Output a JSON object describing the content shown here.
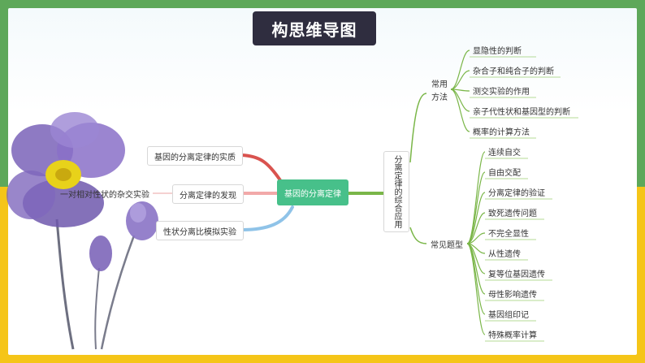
{
  "title": "构思维导图",
  "root": "基因的分离定律",
  "left_branches": [
    "基因的分离定律的实质",
    "分离定律的发现",
    "性状分离比模拟实验"
  ],
  "left_sub": "一对相对性状的杂交实验",
  "right_main": "分离定律的综合应用",
  "right_groups": [
    {
      "label": "常用方法",
      "items": [
        "显隐性的判断",
        "杂合子和纯合子的判断",
        "测交实验的作用",
        "亲子代性状和基因型的判断",
        "概率的计算方法"
      ]
    },
    {
      "label": "常见题型",
      "items": [
        "连续自交",
        "自由交配",
        "分离定律的验证",
        "致死遗传问题",
        "不完全显性",
        "从性遗传",
        "复等位基因遗传",
        "母性影响遗传",
        "基因组印记",
        "特殊概率计算"
      ]
    }
  ],
  "colors": {
    "red_branch": "#d9534f",
    "pink_branch": "#f2a9a9",
    "blue_branch": "#8fc3e8",
    "green_branch": "#7ab648",
    "root_fill": "#47c08a",
    "frame_green": "#5ea85a",
    "frame_yellow": "#f5c518"
  }
}
